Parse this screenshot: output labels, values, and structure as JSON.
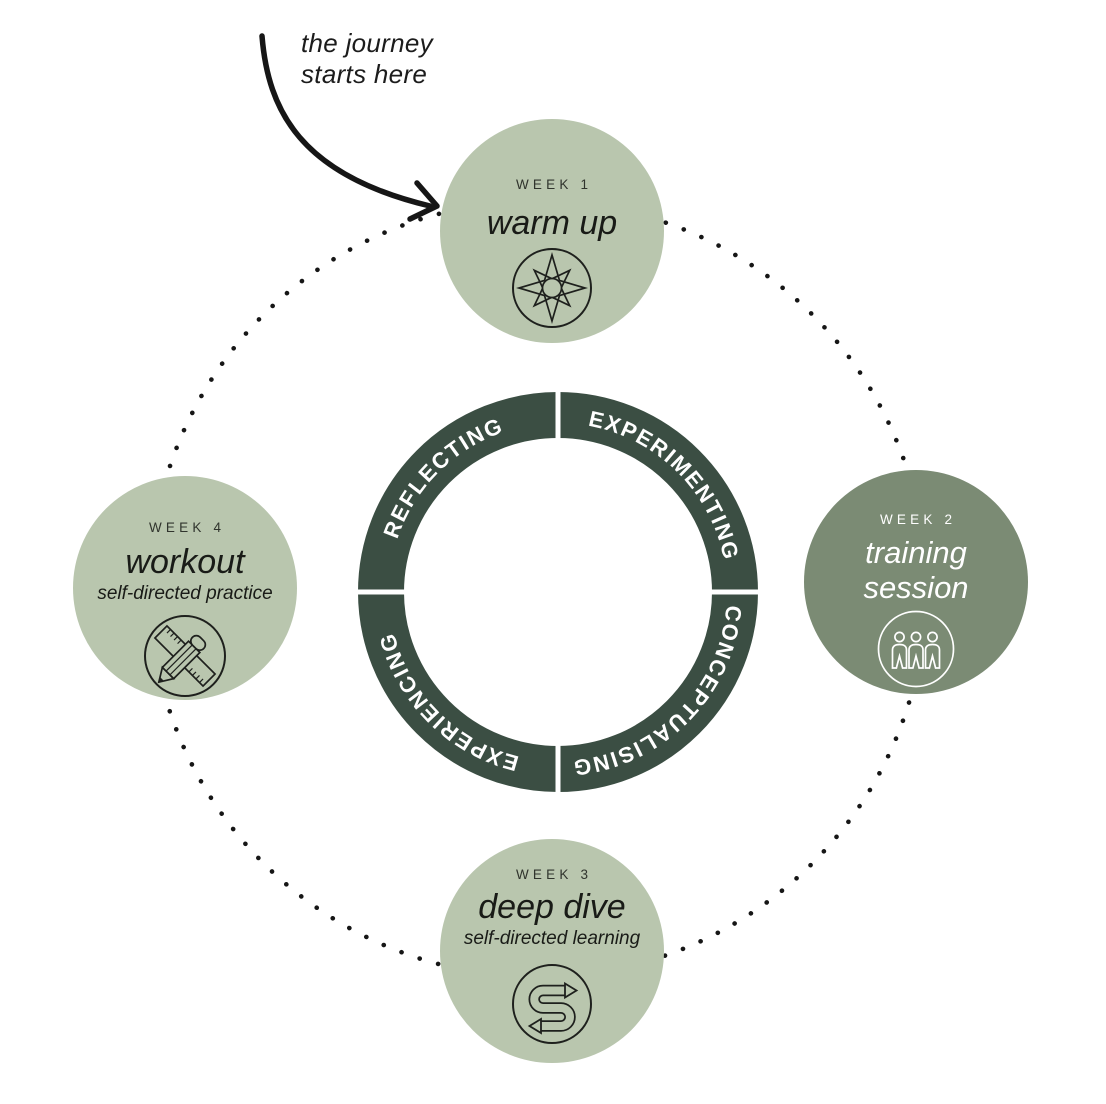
{
  "annotation": {
    "line1": "the journey",
    "line2": "starts here"
  },
  "ring": {
    "segments": [
      "REFLECTING",
      "EXPERIMENTING",
      "CONCEPTUALISING",
      "EXPERIENCING"
    ]
  },
  "weeks": [
    {
      "label": "WEEK 1",
      "title": "warm up",
      "subtitle": "",
      "icon": "compass-icon"
    },
    {
      "label": "WEEK 2",
      "title": "training session",
      "subtitle": "",
      "icon": "people-icon"
    },
    {
      "label": "WEEK 3",
      "title": "deep dive",
      "subtitle": "self-directed learning",
      "icon": "s-arrows-icon"
    },
    {
      "label": "WEEK 4",
      "title": "workout",
      "subtitle": "self-directed practice",
      "icon": "pencil-ruler-icon"
    }
  ],
  "colors": {
    "background": "#ffffff",
    "light_circle": "#b9c6ae",
    "dark_circle": "#7b8b74",
    "ring": "#3b4e43",
    "ink": "#161616",
    "ring_text": "#ffffff"
  }
}
